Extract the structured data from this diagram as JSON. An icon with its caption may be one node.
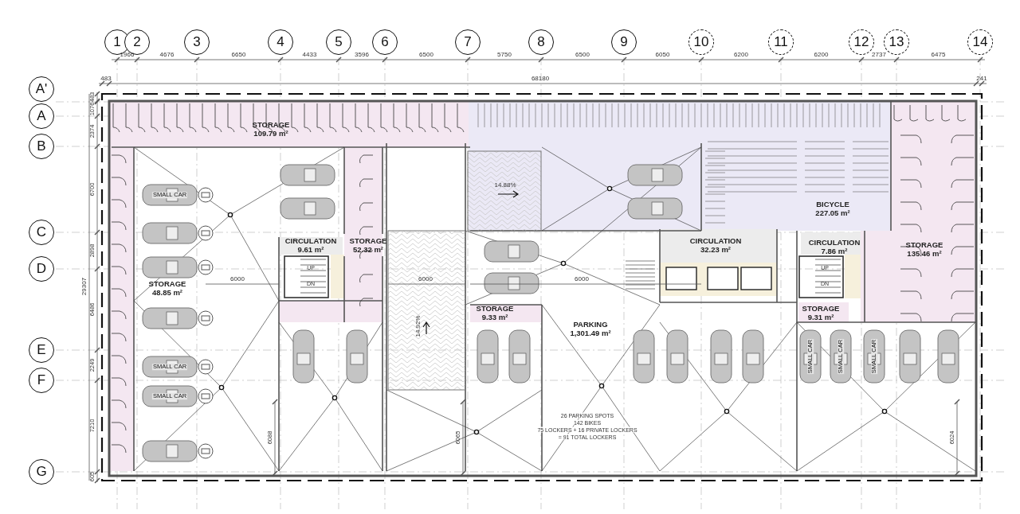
{
  "diagram": {
    "nodes": [
      {
        "text": [
          "1"
        ]
      },
      {
        "text": [
          "2"
        ]
      },
      {
        "text": [
          "3"
        ]
      },
      {
        "text": [
          "4"
        ]
      },
      {
        "text": [
          "5"
        ]
      },
      {
        "text": [
          "6"
        ]
      },
      {
        "text": [
          "7"
        ]
      },
      {
        "text": [
          "8"
        ]
      },
      {
        "text": [
          "9"
        ]
      },
      {
        "text": [
          "10"
        ]
      },
      {
        "text": [
          "11"
        ]
      },
      {
        "text": [
          "12"
        ]
      },
      {
        "text": [
          "13"
        ]
      },
      {
        "text": [
          "14"
        ]
      },
      {
        "text": [
          "A'"
        ]
      },
      {
        "text": [
          "A"
        ]
      },
      {
        "text": [
          "B"
        ]
      },
      {
        "text": [
          "C"
        ]
      },
      {
        "text": [
          "D"
        ]
      },
      {
        "text": [
          "E"
        ]
      },
      {
        "text": [
          "F"
        ]
      },
      {
        "text": [
          "G"
        ]
      },
      {
        "text": [
          "STORAGE",
          "109.79 m²"
        ]
      },
      {
        "text": [
          "BICYCLE",
          "227.05 m²"
        ]
      },
      {
        "text": [
          "CIRCULATION",
          "9.61 m²"
        ]
      },
      {
        "text": [
          "STORAGE",
          "52.32 m²"
        ]
      },
      {
        "text": [
          "CIRCULATION",
          "32.23 m²"
        ]
      },
      {
        "text": [
          "CIRCULATION",
          "7.86 m²"
        ]
      },
      {
        "text": [
          "STORAGE",
          "135.46 m²"
        ]
      },
      {
        "text": [
          "STORAGE",
          "48.85 m²"
        ]
      },
      {
        "text": [
          "STORAGE",
          "9.33 m²"
        ]
      },
      {
        "text": [
          "STORAGE",
          "9.31 m²"
        ]
      },
      {
        "text": [
          "PARKING",
          "1,301.49 m²"
        ]
      }
    ],
    "labels": [
      "1966",
      "4676",
      "6650",
      "4433",
      "3596",
      "6500",
      "5750",
      "6500",
      "6050",
      "6200",
      "6200",
      "2737",
      "6475",
      "483",
      "68180",
      "241",
      "483",
      "1076",
      "2374",
      "6700",
      "2898",
      "6486",
      "2249",
      "7210",
      "605",
      "29307",
      "14.88%",
      "SMALL CAR",
      "UP",
      "DN",
      "UP",
      "DN",
      "6000",
      "6000",
      "6000",
      "14.92%",
      "SMALL CAR",
      "SMALL CAR",
      "SMALL CAR",
      "SMALL CAR",
      "SMALL CAR",
      "6088",
      "6065",
      "6024",
      "26 PARKING SPOTS",
      "142 BIKES",
      "75 LOCKERS + 16 PRIVATE LOCKERS",
      "= 91 TOTAL LOCKERS"
    ]
  }
}
